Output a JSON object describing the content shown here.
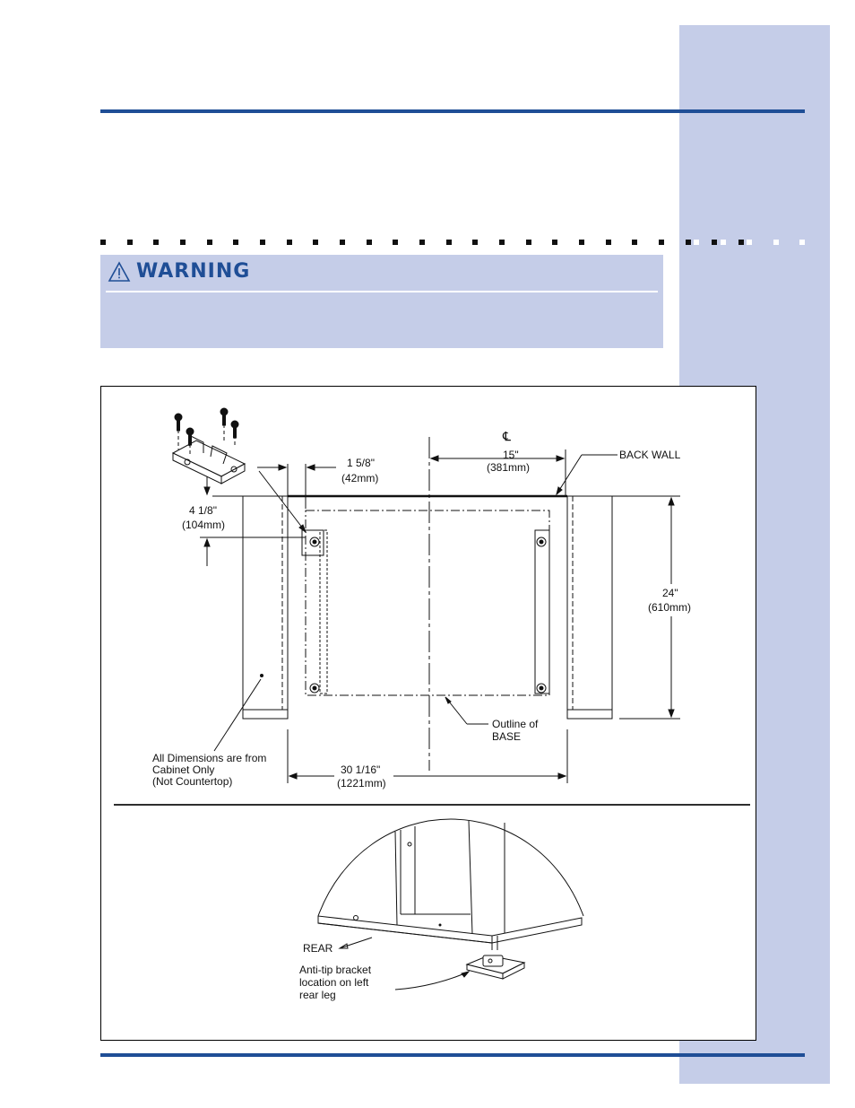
{
  "warning": {
    "title": "WARNING",
    "icon": "warning-triangle-icon"
  },
  "colors": {
    "accent": "#1f4e96",
    "panel": "#c5cde8"
  },
  "figure": {
    "centerline": "℄",
    "dim_15": "15\"",
    "dim_15_mm": "(381mm)",
    "back_wall": "BACK WALL",
    "dim_158": "1 5/8\"",
    "dim_158_mm": "(42mm)",
    "dim_418": "4 1/8\"",
    "dim_418_mm": "(104mm)",
    "dim_24": "24\"",
    "dim_24_mm": "(610mm)",
    "outline_1": "Outline of",
    "outline_2": "BASE",
    "note_1": "All Dimensions are from",
    "note_2": "Cabinet Only",
    "note_3": "(Not Countertop)",
    "dim_30": "30 1/16\"",
    "dim_30_mm": "(1221mm)",
    "rear": "REAR",
    "bracket_1": "Anti-tip bracket",
    "bracket_2": "location on left",
    "bracket_3": "rear leg"
  }
}
